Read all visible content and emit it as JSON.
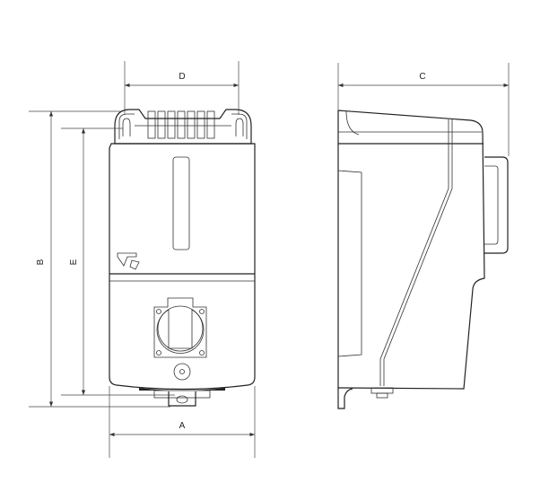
{
  "dimensions": {
    "a": "A",
    "b": "B",
    "c": "C",
    "d": "D",
    "e": "E"
  },
  "colors": {
    "line": "#222222",
    "background": "#ffffff"
  }
}
